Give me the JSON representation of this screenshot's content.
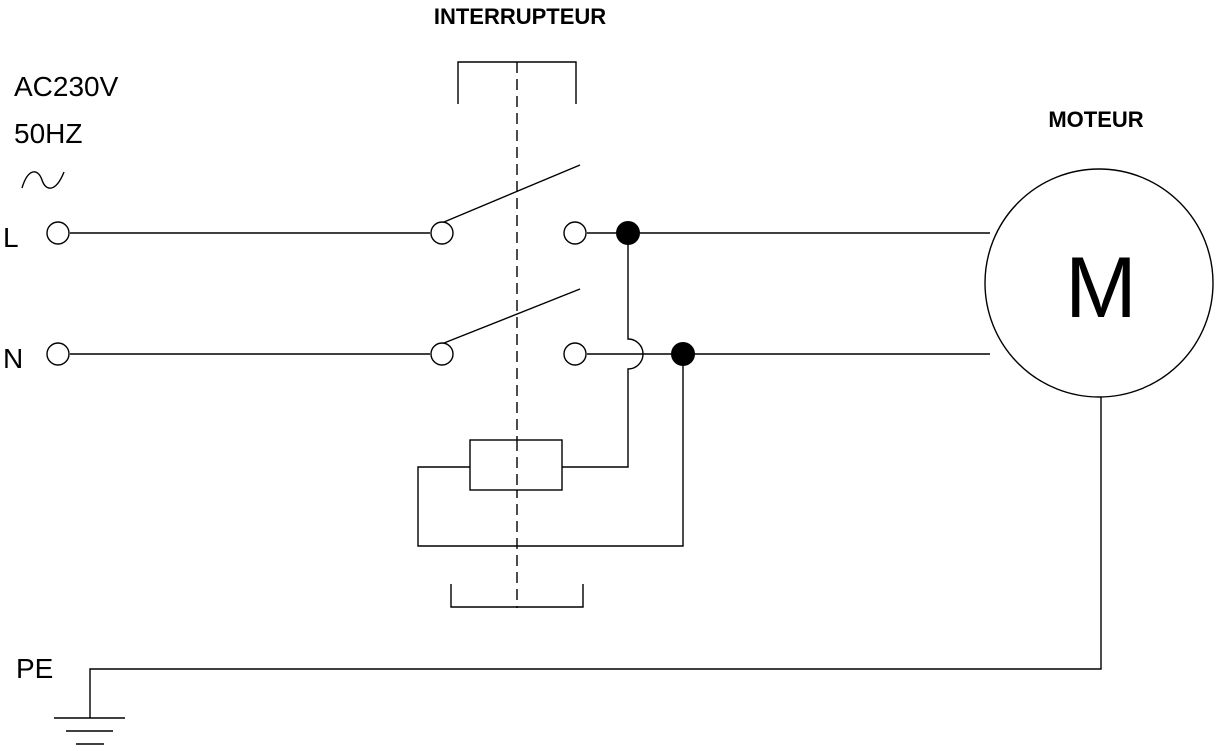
{
  "title": "INTERRUPTEUR",
  "supply": {
    "voltage": "AC230V",
    "frequency": "50HZ",
    "symbol": "~"
  },
  "terminals": {
    "line": "L",
    "neutral": "N",
    "earth": "PE"
  },
  "motor": {
    "label": "MOTEUR",
    "symbol": "M"
  },
  "icons": [
    "ac-wave-icon",
    "ground-icon",
    "switch-contact-icon",
    "coil-icon",
    "junction-dot-icon"
  ]
}
